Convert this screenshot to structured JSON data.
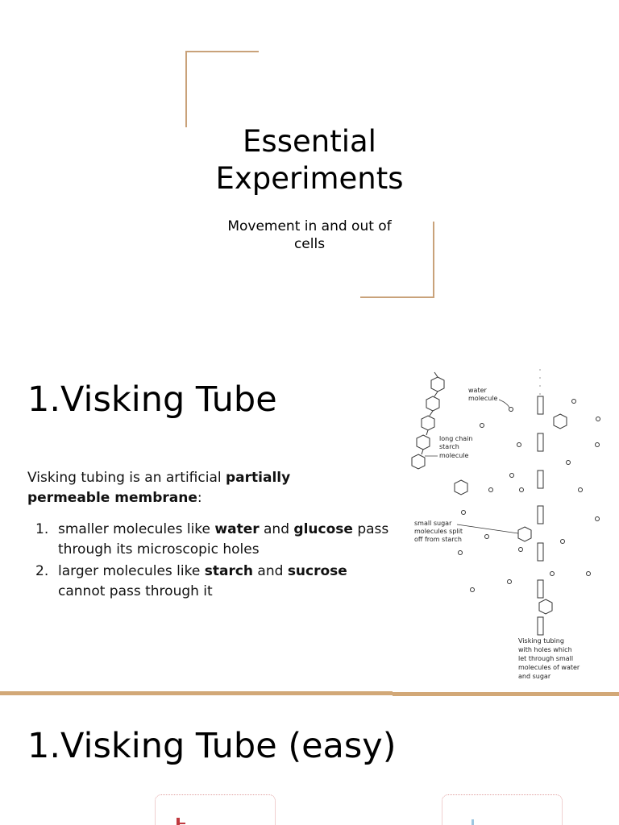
{
  "slide1": {
    "title_line1": "Essential",
    "title_line2": "Experiments",
    "subtitle_line1": "Movement in and out of",
    "subtitle_line2": "cells"
  },
  "slide2": {
    "heading": "1.Visking Tube",
    "intro_plain": "Visking tubing is an artificial ",
    "intro_bold": "partially permeable membrane",
    "intro_end": ":",
    "points": [
      {
        "num": "1.",
        "text1": "smaller molecules like ",
        "bold1": "water",
        "text2": " and ",
        "bold2": "glucose",
        "text3": " pass through its microscopic holes"
      },
      {
        "num": "2.",
        "text1": "larger molecules like ",
        "bold1": "starch",
        "text2": " and ",
        "bold2": "sucrose",
        "text3": " cannot pass through it"
      }
    ],
    "diagram_labels": {
      "water_1": "water",
      "water_2": "molecule",
      "starch_1": "long chain",
      "starch_2": "starch",
      "starch_3": "molecule",
      "sugar_1": "small sugar",
      "sugar_2": "molecules split",
      "sugar_3": "off from starch",
      "tubing_1": "Visking tubing",
      "tubing_2": "with holes which",
      "tubing_3": "let through small",
      "tubing_4": "molecules of water",
      "tubing_5": "and sugar"
    }
  },
  "slide3": {
    "heading": "1.Visking Tube (easy)"
  },
  "colors": {
    "accent": "#c9a27a",
    "divider": "#d2a877"
  }
}
